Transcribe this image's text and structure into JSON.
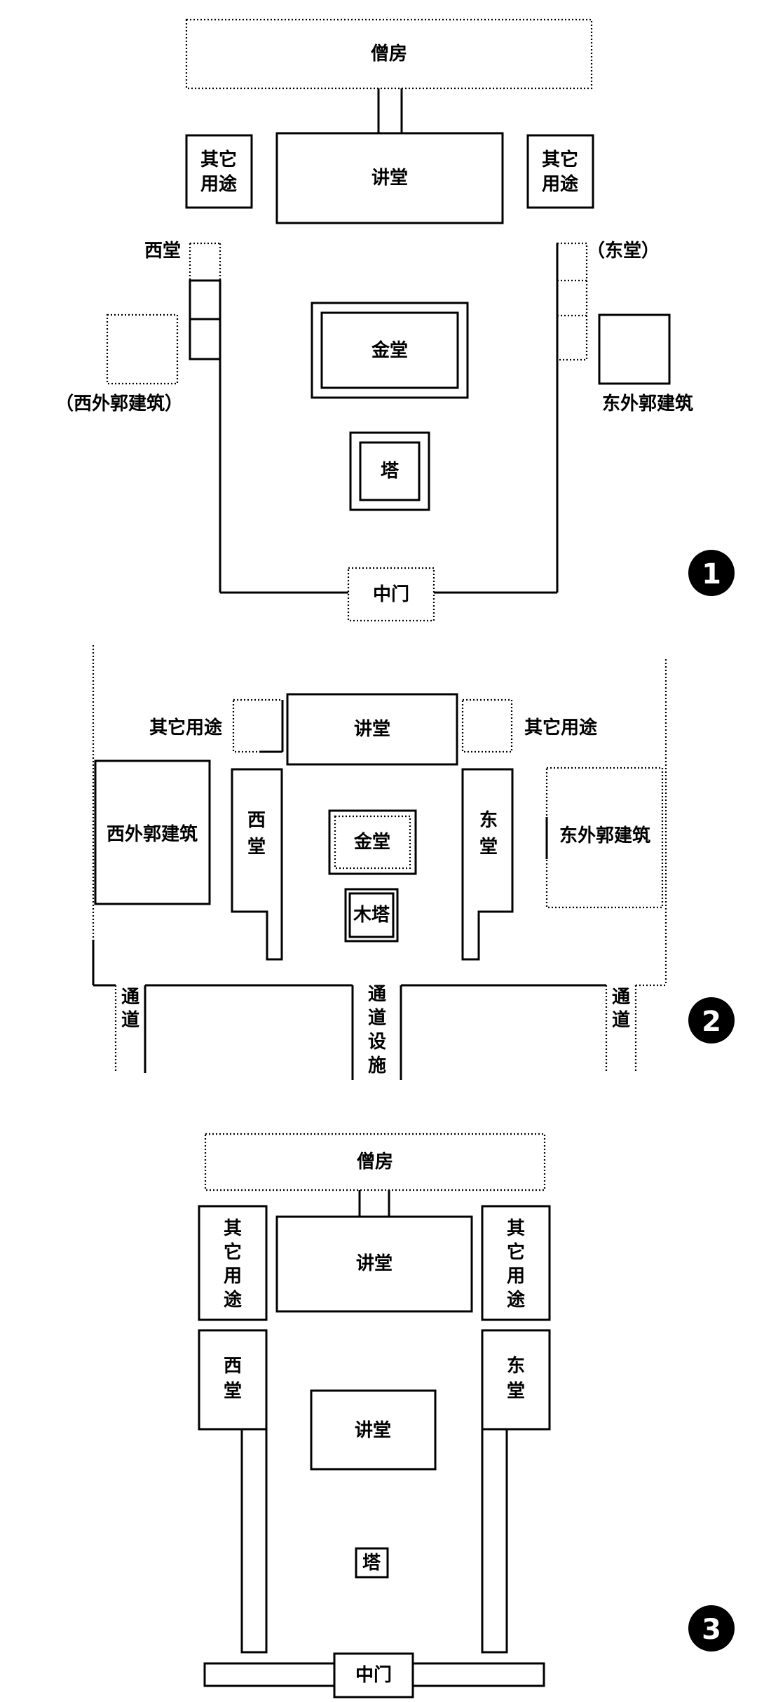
{
  "d1": {
    "monk_quarters": "僧房",
    "lecture_hall": "讲堂",
    "other_left": [
      "其它",
      "用途"
    ],
    "other_right": [
      "其它",
      "用途"
    ],
    "west_hall": "西堂",
    "east_hall": "（东堂）",
    "west_outer": "（西外郭建筑）",
    "east_outer": "东外郭建筑",
    "golden_hall": "金堂",
    "pagoda": "塔",
    "middle_gate": "中门",
    "number": "1"
  },
  "d2": {
    "other_left": "其它用途",
    "other_right": "其它用途",
    "lecture_hall": "讲堂",
    "west_outer": "西外郭建筑",
    "east_outer": "东外郭建筑",
    "west_hall": [
      "西",
      "堂"
    ],
    "east_hall": [
      "东",
      "堂"
    ],
    "golden_hall": "金堂",
    "wooden_pagoda": "木塔",
    "passage_left": [
      "通",
      "道"
    ],
    "passage_right": [
      "通",
      "道"
    ],
    "passage_facility": [
      "通",
      "道",
      "设",
      "施"
    ],
    "number": "2"
  },
  "d3": {
    "monk_quarters": "僧房",
    "lecture_hall": "讲堂",
    "other_left": [
      "其",
      "它",
      "用",
      "途"
    ],
    "other_right": [
      "其",
      "它",
      "用",
      "途"
    ],
    "west_hall": [
      "西",
      "堂"
    ],
    "east_hall": [
      "东",
      "堂"
    ],
    "center_hall": "讲堂",
    "pagoda": "塔",
    "middle_gate": "中门",
    "number": "3"
  }
}
